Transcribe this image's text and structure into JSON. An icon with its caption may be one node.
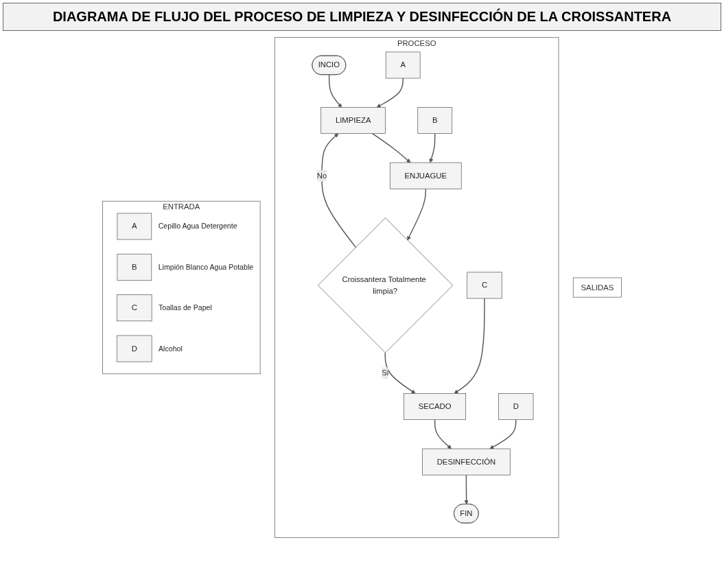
{
  "diagram": {
    "title": "DIAGRAMA DE FLUJO DEL PROCESO DE LIMPIEZA Y DESINFECCIÓN DE LA CROISSANTERA",
    "nodes": [
      {
        "text": [
          "ENTRADA"
        ]
      },
      {
        "text": [
          "PROCESO"
        ]
      },
      {
        "text": [
          "SALIDAS"
        ]
      },
      {
        "text": [
          "A"
        ],
        "in": 0,
        "beside": [
          "Cepillo Agua Detergente"
        ]
      },
      {
        "text": [
          "B"
        ],
        "in": 0,
        "beside": [
          "Limpión Blanco Agua Potable"
        ]
      },
      {
        "text": [
          "C"
        ],
        "in": 0,
        "beside": [
          "Toallas de Papel"
        ]
      },
      {
        "text": [
          "D"
        ],
        "in": 0,
        "beside": [
          "Alcohol"
        ]
      },
      {
        "text": [
          "INCIO"
        ],
        "in": 1
      },
      {
        "text": [
          "A"
        ],
        "in": 1
      },
      {
        "text": [
          "LIMPIEZA"
        ],
        "in": 1
      },
      {
        "text": [
          "B"
        ],
        "in": 1
      },
      {
        "text": [
          "ENJUAGUE"
        ],
        "in": 1
      },
      {
        "text": [
          "Croissantera Totalmente limpia?"
        ],
        "in": 1
      },
      {
        "text": [
          "C"
        ],
        "in": 1
      },
      {
        "text": [
          "SECADO"
        ],
        "in": 1
      },
      {
        "text": [
          "D"
        ],
        "in": 1
      },
      {
        "text": [
          "DESINFECCIÓN"
        ],
        "in": 1
      },
      {
        "text": [
          "FIN"
        ],
        "in": 1
      }
    ],
    "edges": [
      {
        "from": 7,
        "to": 9,
        "arrow": "to"
      },
      {
        "from": 8,
        "to": 9,
        "arrow": "to"
      },
      {
        "from": 9,
        "to": 11,
        "arrow": "to"
      },
      {
        "from": 10,
        "to": 11,
        "arrow": "to"
      },
      {
        "from": 11,
        "to": 12,
        "arrow": "to"
      },
      {
        "from": 12,
        "to": 9,
        "arrow": "to",
        "label": "No"
      },
      {
        "from": 12,
        "to": 14,
        "arrow": "to",
        "label": "Si"
      },
      {
        "from": 13,
        "to": 14,
        "arrow": "to"
      },
      {
        "from": 14,
        "to": 16,
        "arrow": "to"
      },
      {
        "from": 15,
        "to": 16,
        "arrow": "to"
      },
      {
        "from": 16,
        "to": 17,
        "arrow": "to"
      }
    ]
  }
}
